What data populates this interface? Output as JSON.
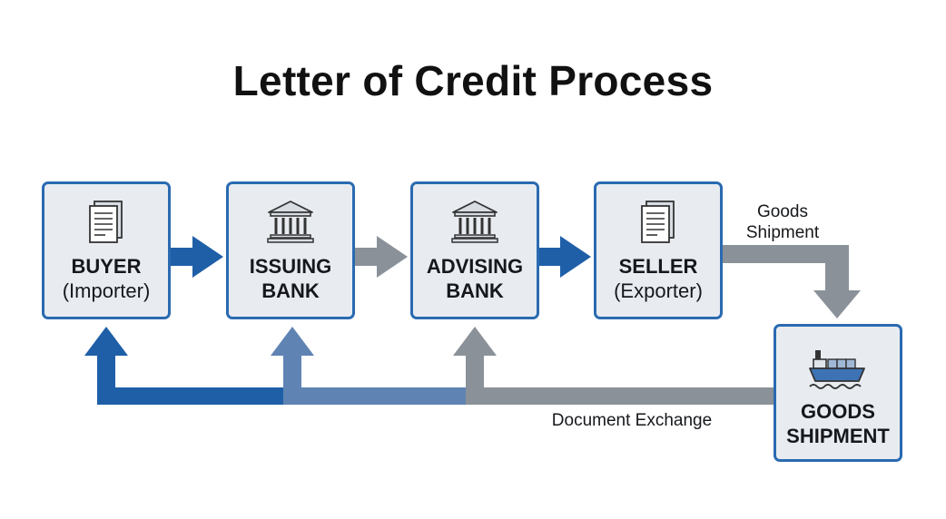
{
  "title": "Letter of Credit Process",
  "nodes": [
    {
      "id": "buyer",
      "line1": "BUYER",
      "line2": "(Importer)",
      "icon": "document-icon"
    },
    {
      "id": "issuing-bank",
      "line1": "ISSUING",
      "line2": "BANK",
      "icon": "bank-icon"
    },
    {
      "id": "advising-bank",
      "line1": "ADVISING",
      "line2": "BANK",
      "icon": "bank-icon"
    },
    {
      "id": "seller",
      "line1": "SELLER",
      "line2": "(Exporter)",
      "icon": "document-icon"
    },
    {
      "id": "goods-shipment",
      "line1": "GOODS",
      "line2": "SHIPMENT",
      "icon": "cargo-ship-icon"
    }
  ],
  "labels": {
    "goods_shipment_line1": "Goods",
    "goods_shipment_line2": "Shipment",
    "document_exchange": "Document Exchange"
  },
  "colors": {
    "dark_blue": "#1f5fa8",
    "mid_blue": "#5f84b3",
    "gray": "#8a9199",
    "node_border": "#2a6ab1",
    "node_fill": "#e8ecf1"
  }
}
